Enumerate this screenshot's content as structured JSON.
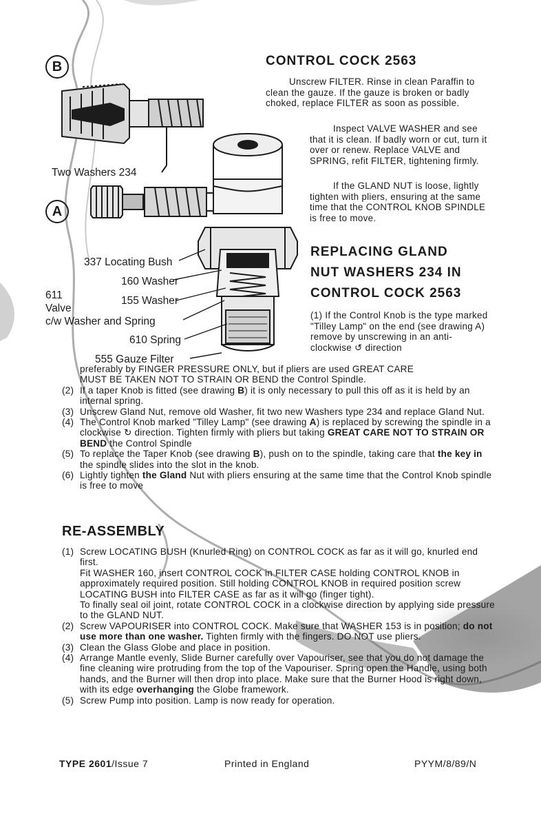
{
  "badges": {
    "b": "B",
    "a": "A"
  },
  "callouts": {
    "two_washers": "Two Washers 234",
    "locating_bush": "337 Locating Bush",
    "washer_160": "160 Washer",
    "washer_155": "155 Washer",
    "valve_num": "611",
    "valve_word": "Valve",
    "valve_spring": "c/w Washer and Spring",
    "spring_610": "610 Spring",
    "gauze_filter": "555 Gauze Filter"
  },
  "control_cock": {
    "title": "CONTROL COCK 2563",
    "p1": "Unscrew FILTER. Rinse in clean Paraffin to clean the gauze. If the gauze is broken or badly choked, replace FILTER as soon as possible.",
    "p2": "Inspect VALVE WASHER and see that it is clean. If badly worn or cut, turn it over or renew. Replace VALVE and SPRING, refit FILTER, tightening firmly.",
    "p3": "If the GLAND NUT is loose, lightly tighten with pliers, ensuring at the same time that the CONTROL KNOB SPINDLE is free to move."
  },
  "replacing": {
    "title_1": "REPLACING GLAND",
    "title_2": "NUT WASHERS 234 IN",
    "title_3": "CONTROL COCK 2563",
    "item1_num": "(1)",
    "item1_text": "If the Control Knob is the type marked \"Tilley Lamp\" on the end (see drawing A) remove by unscrewing in an anti-clockwise",
    "item1_word": "direction",
    "item1_cont_a": "preferably by FINGER PRESSURE ONLY, but if pliers are used GREAT CARE",
    "item1_cont_b": "MUST BE TAKEN NOT TO STRAIN OR BEND the Control Spindle.",
    "items": [
      {
        "num": "(2)",
        "pre": "If a taper Knob is fitted (see drawing ",
        "bold": "B",
        "post": ") it is only necessary to pull this off as it is held by an internal spring."
      },
      {
        "num": "(3)",
        "pre": "Unscrew Gland Nut, remove old Washer, fit two new Washers type 234 and replace Gland Nut.",
        "bold": "",
        "post": ""
      },
      {
        "num": "(4)",
        "pre": "The Control Knob marked \"Tilley Lamp\" (see drawing ",
        "bold": "A",
        "post": ") is replaced by screwing the spindle in a clockwise",
        "post2": "direction. Tighten firmly with pliers but taking ",
        "bold2": "GREAT CARE NOT TO STRAIN OR BEND",
        "post3": " the Control Spindle"
      },
      {
        "num": "(5)",
        "pre": "To replace the Taper Knob (see drawing ",
        "bold": "B",
        "post": "), push on to the spindle, taking care that ",
        "bold2": "the key in",
        "post3": " the spindle slides into the slot in the knob."
      },
      {
        "num": "(6)",
        "pre": "Lightly tighten ",
        "bold": "the Gland",
        "post": " Nut with pliers ensuring at the same time that the Control Knob spindle is free to move"
      }
    ]
  },
  "reassembly": {
    "title": "RE-ASSEMBLY",
    "i1_num": "(1)",
    "i1_a": "Screw LOCATING BUSH (Knurled Ring) on CONTROL COCK as far as it will go, knurled end first.",
    "i1_b": "Fit WASHER 160, insert CONTROL COCK in FILTER CASE holding CONTROL KNOB in approximately required position. Still holding CONTROL KNOB in required position screw LOCATING BUSH into FILTER CASE as far as it will go (finger tight).",
    "i1_c": "To finally seal oil joint, rotate CONTROL COCK in a clockwise direction by applying side pressure to the GLAND NUT.",
    "i2_num": "(2)",
    "i2_pre": "Screw VAPOURISER into CONTROL COCK. Make sure that WASHER 153 is in position; ",
    "i2_bold": "do not use more than one washer.",
    "i2_post": " Tighten firmly with the fingers. DO NOT use pliers.",
    "i3_num": "(3)",
    "i3": "Clean the Glass Globe and place in position.",
    "i4_num": "(4)",
    "i4_pre": "Arrange Mantle evenly, Slide Burner carefully over Vapouriser, see that you do not damage the fine cleaning wire protruding from the top of the Vapouriser. Spring open the Handle, using both hands, and the Burner will then drop into place. Make sure that the Burner Hood is right down, with its edge ",
    "i4_bold": "overhanging",
    "i4_post": " the Globe framework.",
    "i5_num": "(5)",
    "i5": "Screw Pump into position. Lamp is now ready for operation."
  },
  "footer": {
    "type_bold": "TYPE 2601",
    "issue": "/Issue 7",
    "printed": "Printed in England",
    "code": "PYYM/8/89/N"
  }
}
